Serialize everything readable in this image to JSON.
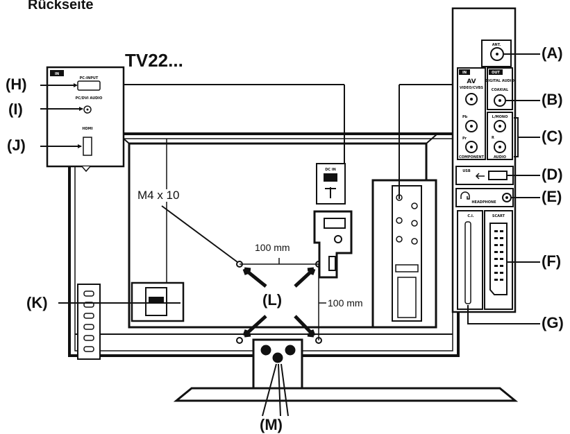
{
  "heading": "Rückseite",
  "model": "TV22...",
  "callouts": {
    "A": "(A)",
    "B": "(B)",
    "C": "(C)",
    "D": "(D)",
    "E": "(E)",
    "F": "(F)",
    "G": "(G)",
    "H": "(H)",
    "I": "(I)",
    "J": "(J)",
    "K": "(K)",
    "L": "(L)",
    "M": "(M)"
  },
  "dimensions": {
    "screw": "M4 x 10",
    "horizontal": "100 mm",
    "vertical": "100 mm"
  },
  "connector_labels": {
    "in": "IN",
    "out": "OUT",
    "ant": "ANT.",
    "pc_input": "PC-INPUT",
    "pc_audio": "PC/DVI AUDIO",
    "hdmi": "HDMI",
    "av": "AV",
    "video_cvbs": "VIDEO/CVBS",
    "pb": "Pb",
    "pr": "Pr",
    "component": "COMPONENT",
    "digital_audio": "DIGITAL AUDIO",
    "coaxial": "COAXIAL",
    "l_mono": "L/MONO",
    "r": "R",
    "audio": "AUDIO",
    "usb": "USB",
    "headphone": "HEADPHONE",
    "ci": "C.I.",
    "scart": "SCART"
  }
}
